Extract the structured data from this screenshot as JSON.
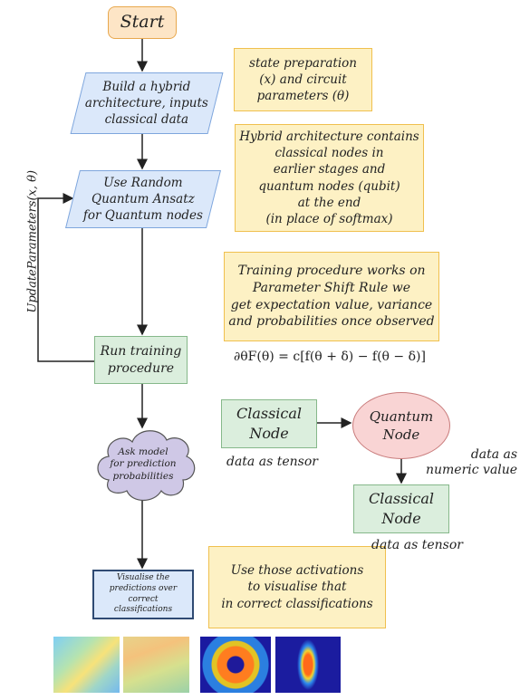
{
  "flow": {
    "start": "Start",
    "build": "Build a hybrid\narchitecture, inputs\nclassical data",
    "ansatz": "Use Random\nQuantum Ansatz\nfor Quantum nodes",
    "train": "Run training\nprocedure",
    "ask": "Ask model\nfor prediction\nprobabilities",
    "visualise": "Visualise the\npredictions over\ncorrect\nclassifications",
    "loop_label": "UpdateParameters(x, θ)"
  },
  "notes": {
    "state": "state preparation\n(x) and circuit\nparameters (θ)",
    "hybrid": "Hybrid architecture contains\nclassical nodes in\nearlier stages and\nquantum nodes (qubit)\nat the end\n(in place of softmax)",
    "training": "Training procedure works on\nParameter Shift Rule we\nget expectation value, variance\nand probabilities once observed",
    "activations": "Use those activations\nto visualise that\nin correct classifications"
  },
  "formula": "∂θF(θ) = c[f(θ + δ) − f(θ − δ)]",
  "nodes": {
    "classical_1": "Classical\nNode",
    "quantum": "Quantum\nNode",
    "classical_2": "Classical\nNode",
    "label_tensor_1": "data as tensor",
    "label_numeric": "data as\nnumeric value",
    "label_tensor_2": "data as tensor"
  },
  "colors": {
    "start_fill": "#fde5c6",
    "process_fill": "#dbe8fa",
    "train_fill": "#dbeedd",
    "note_fill": "#fdf1c4",
    "quantum_fill": "#f9d4d4",
    "cloud_fill": "#cfc8e6"
  },
  "images": [
    "heatmap-airplane",
    "heatmap-car",
    "heatmap-digit-zero",
    "heatmap-digit-one"
  ]
}
